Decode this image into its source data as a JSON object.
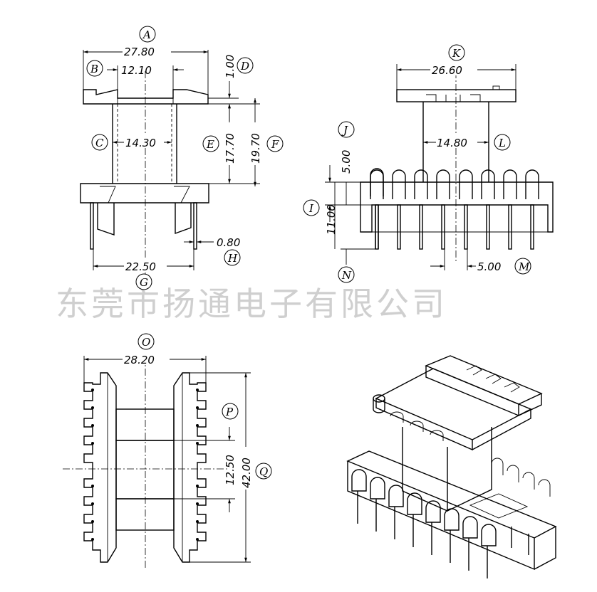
{
  "watermark": "东莞市扬通电子有限公司",
  "front_view": {
    "dim_a": "27.80",
    "dim_b": "12.10",
    "dim_c": "14.30",
    "dim_d": "1.00",
    "dim_e": "17.70",
    "dim_f": "19.70",
    "dim_g": "22.50",
    "dim_h": "0.80",
    "labels": {
      "a": "A",
      "b": "B",
      "c": "C",
      "d": "D",
      "e": "E",
      "f": "F",
      "g": "G",
      "h": "H"
    }
  },
  "side_view": {
    "dim_k": "26.60",
    "dim_l": "14.80",
    "dim_j": "5.00",
    "dim_i": "11.00",
    "dim_m": "5.00",
    "labels": {
      "k": "K",
      "l": "L",
      "j": "J",
      "i": "I",
      "m": "M",
      "n": "N"
    }
  },
  "top_view": {
    "dim_o": "28.20",
    "dim_p": "12.50",
    "dim_q": "42.00",
    "labels": {
      "o": "O",
      "p": "P",
      "q": "Q"
    }
  }
}
